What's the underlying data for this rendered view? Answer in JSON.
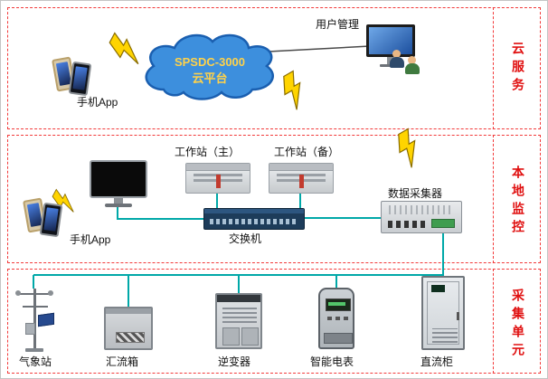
{
  "tier_cloud": {
    "side_label": "云服务",
    "user_management_label": "用户管理",
    "cloud_name": "SPSDC-3000",
    "cloud_subtitle": "云平台",
    "mobile_app_label": "手机App"
  },
  "tier_local": {
    "side_label": "本地监控",
    "workstation_primary_label": "工作站（主）",
    "workstation_backup_label": "工作站（备）",
    "data_collector_label": "数据采集器",
    "switch_label": "交换机",
    "mobile_app_label": "手机App"
  },
  "tier_collect": {
    "side_label": "采集单元",
    "devices": [
      {
        "label": "气象站"
      },
      {
        "label": "汇流箱"
      },
      {
        "label": "逆变器"
      },
      {
        "label": "智能电表"
      },
      {
        "label": "直流柜"
      }
    ]
  },
  "icons": {
    "cloud": "cloud-shape",
    "lightning": "lightning-bolt-icon",
    "phones": "mobile-phones-icon"
  },
  "colors": {
    "tier_border": "#f23a3a",
    "side_label_text": "#e01010",
    "network_line": "#00a8a8",
    "lightning_fill": "#ffd400",
    "cloud_fill": "#3d8fdd",
    "cloud_stroke": "#1a5fb0",
    "cloud_text": "#ffd24a"
  }
}
